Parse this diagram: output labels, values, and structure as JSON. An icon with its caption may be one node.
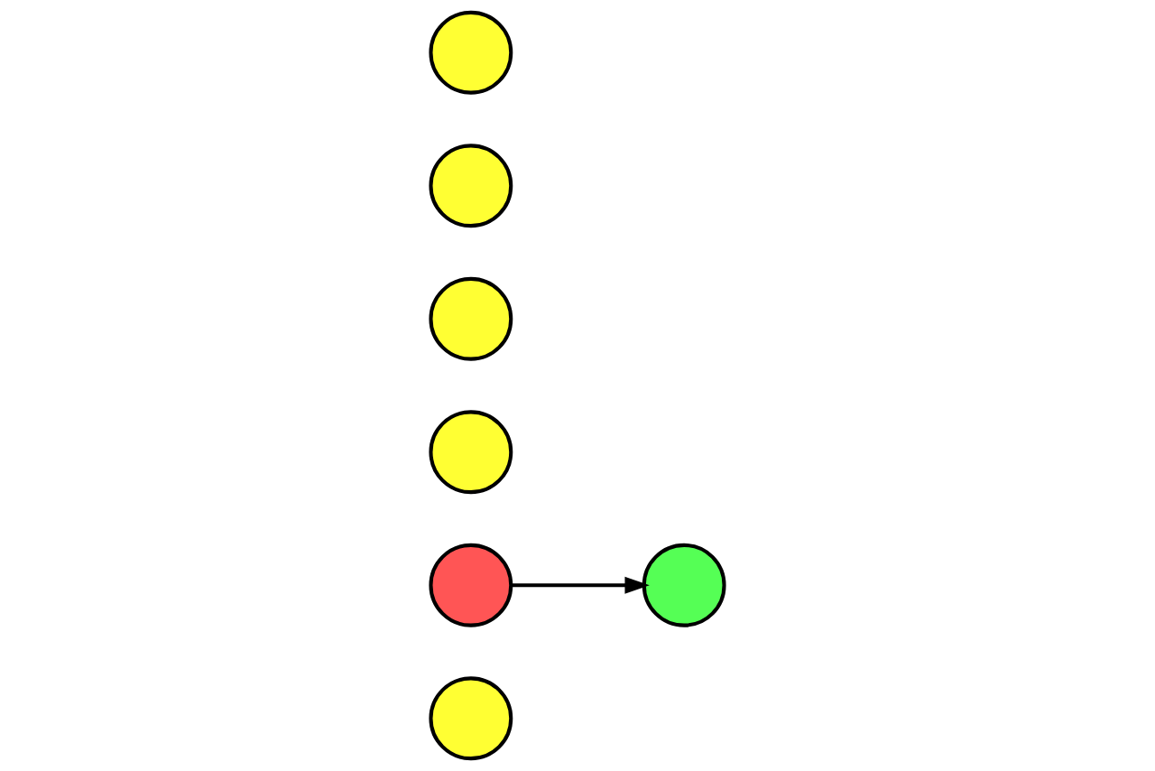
{
  "diagram": {
    "nodes": [
      {
        "text": [],
        "shape": "circle"
      },
      {
        "text": [],
        "shape": "circle"
      },
      {
        "text": [],
        "shape": "circle"
      },
      {
        "text": [],
        "shape": "circle"
      },
      {
        "text": [],
        "shape": "circle"
      },
      {
        "text": [],
        "shape": "circle"
      },
      {
        "text": [],
        "shape": "circle"
      }
    ],
    "edges": [
      {
        "from": 3,
        "to": 1,
        "arrow": "to"
      }
    ]
  }
}
